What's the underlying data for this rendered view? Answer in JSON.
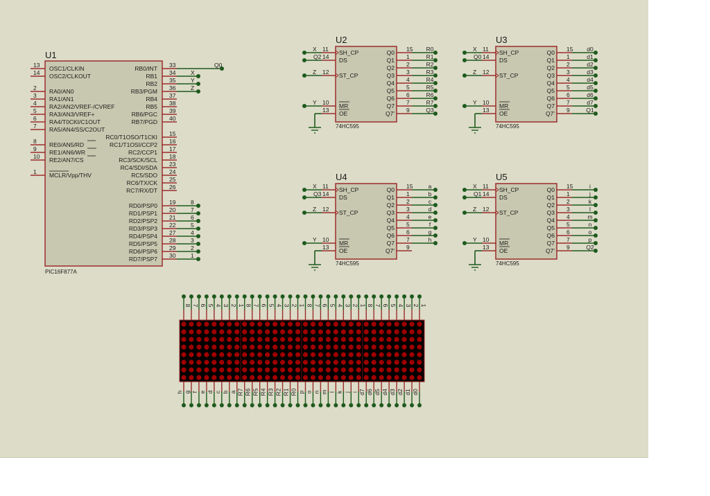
{
  "canvas": {
    "background": "#dcdcc8",
    "body_fill": "#c8c8b0",
    "body_stroke": "#9c2c2c",
    "pin_color": "#9c2c2c",
    "wire_color": "#1e5a1e",
    "led_color": "#a00000",
    "matrix_bg": "#000000"
  },
  "u1": {
    "ref": "U1",
    "part": "PIC16F877A",
    "left_pins": [
      {
        "num": "13",
        "name": "OSC1/CLKIN"
      },
      {
        "num": "14",
        "name": "OSC2/CLKOUT"
      },
      {
        "num": "",
        "name": ""
      },
      {
        "num": "2",
        "name": "RA0/AN0"
      },
      {
        "num": "3",
        "name": "RA1/AN1"
      },
      {
        "num": "4",
        "name": "RA2/AN2/VREF-/CVREF"
      },
      {
        "num": "5",
        "name": "RA3/AN3/VREF+"
      },
      {
        "num": "6",
        "name": "RA4/T0CKI/C1OUT"
      },
      {
        "num": "7",
        "name": "RA5/AN4/SS/C2OUT"
      },
      {
        "num": "",
        "name": ""
      },
      {
        "num": "8",
        "name": "RE0/AN5/RD"
      },
      {
        "num": "9",
        "name": "RE1/AN6/WR"
      },
      {
        "num": "10",
        "name": "RE2/AN7/CS"
      },
      {
        "num": "",
        "name": ""
      },
      {
        "num": "1",
        "name": "MCLR/Vpp/THV"
      }
    ],
    "right_pins": [
      {
        "num": "33",
        "name": "RB0/INT",
        "net": "Q0"
      },
      {
        "num": "34",
        "name": "RB1",
        "net": "X"
      },
      {
        "num": "35",
        "name": "RB2",
        "net": "Y"
      },
      {
        "num": "36",
        "name": "RB3/PGM",
        "net": "Z"
      },
      {
        "num": "37",
        "name": "RB4",
        "net": ""
      },
      {
        "num": "38",
        "name": "RB5",
        "net": ""
      },
      {
        "num": "39",
        "name": "RB6/PGC",
        "net": ""
      },
      {
        "num": "40",
        "name": "RB7/PGD",
        "net": ""
      },
      {
        "num": "",
        "name": "",
        "net": ""
      },
      {
        "num": "15",
        "name": "RC0/T1OSO/T1CKI",
        "net": ""
      },
      {
        "num": "16",
        "name": "RC1/T1OSI/CCP2",
        "net": ""
      },
      {
        "num": "17",
        "name": "RC2/CCP1",
        "net": ""
      },
      {
        "num": "18",
        "name": "RC3/SCK/SCL",
        "net": ""
      },
      {
        "num": "23",
        "name": "RC4/SDI/SDA",
        "net": ""
      },
      {
        "num": "24",
        "name": "RC5/SDO",
        "net": ""
      },
      {
        "num": "25",
        "name": "RC6/TX/CK",
        "net": ""
      },
      {
        "num": "26",
        "name": "RC7/RX/DT",
        "net": ""
      },
      {
        "num": "",
        "name": "",
        "net": ""
      },
      {
        "num": "19",
        "name": "RD0/PSP0",
        "net": "8"
      },
      {
        "num": "20",
        "name": "RD1/PSP1",
        "net": "7"
      },
      {
        "num": "21",
        "name": "RD2/PSP2",
        "net": "6"
      },
      {
        "num": "22",
        "name": "RD3/PSP3",
        "net": "5"
      },
      {
        "num": "27",
        "name": "RD4/PSP4",
        "net": "4"
      },
      {
        "num": "28",
        "name": "RD5/PSP5",
        "net": "3"
      },
      {
        "num": "29",
        "name": "RD6/PSP6",
        "net": "2"
      },
      {
        "num": "30",
        "name": "RD7/PSP7",
        "net": "1"
      }
    ]
  },
  "shift_registers": [
    {
      "ref": "U2",
      "part": "74HC595",
      "ds_net": "Q2",
      "outputs": [
        "R0",
        "R1",
        "R2",
        "R3",
        "R4",
        "R5",
        "R6",
        "R7",
        "Q3"
      ]
    },
    {
      "ref": "U3",
      "part": "74HC595",
      "ds_net": "Q0",
      "outputs": [
        "d0",
        "d1",
        "d2",
        "d3",
        "d4",
        "d5",
        "d6",
        "d7",
        "Q1"
      ]
    },
    {
      "ref": "U4",
      "part": "74HC595",
      "ds_net": "Q3",
      "outputs": [
        "a",
        "b",
        "c",
        "d",
        "e",
        "f",
        "g",
        "h",
        ""
      ]
    },
    {
      "ref": "U5",
      "part": "74HC595",
      "ds_net": "Q1",
      "outputs": [
        "i",
        "j",
        "k",
        "l",
        "m",
        "n",
        "o",
        "p",
        "Q2"
      ]
    }
  ],
  "sr_pins": {
    "left": [
      {
        "num": "11",
        "name": "SH_CP",
        "net": "X"
      },
      {
        "num": "14",
        "name": "DS",
        "net": ""
      },
      {
        "num": "12",
        "name": "ST_CP",
        "net": "Z"
      },
      {
        "num": "10",
        "name": "MR",
        "net": "Y"
      },
      {
        "num": "13",
        "name": "OE",
        "net": ""
      }
    ],
    "right": [
      {
        "num": "15",
        "name": "Q0"
      },
      {
        "num": "1",
        "name": "Q1"
      },
      {
        "num": "2",
        "name": "Q2"
      },
      {
        "num": "3",
        "name": "Q3"
      },
      {
        "num": "4",
        "name": "Q4"
      },
      {
        "num": "5",
        "name": "Q5"
      },
      {
        "num": "6",
        "name": "Q6"
      },
      {
        "num": "7",
        "name": "Q7"
      },
      {
        "num": "9",
        "name": "Q7'"
      }
    ]
  },
  "led_matrix": {
    "modules": 4,
    "rows": 8,
    "cols_per_module": 8,
    "top_labels": [
      "8",
      "7",
      "6",
      "5",
      "4",
      "3",
      "2",
      "1",
      "8",
      "7",
      "6",
      "5",
      "4",
      "3",
      "2",
      "1",
      "8",
      "7",
      "6",
      "5",
      "4",
      "3",
      "2",
      "1",
      "8",
      "7",
      "6",
      "5",
      "4",
      "3",
      "2",
      "1"
    ],
    "bottom_labels": [
      "h",
      "g",
      "f",
      "e",
      "d",
      "c",
      "b",
      "a",
      "R7",
      "R6",
      "R5",
      "R4",
      "R3",
      "R2",
      "R1",
      "R0",
      "p",
      "o",
      "n",
      "m",
      "l",
      "k",
      "j",
      "i",
      "d7",
      "d6",
      "d5",
      "d4",
      "d3",
      "d2",
      "d1",
      "d0"
    ]
  }
}
